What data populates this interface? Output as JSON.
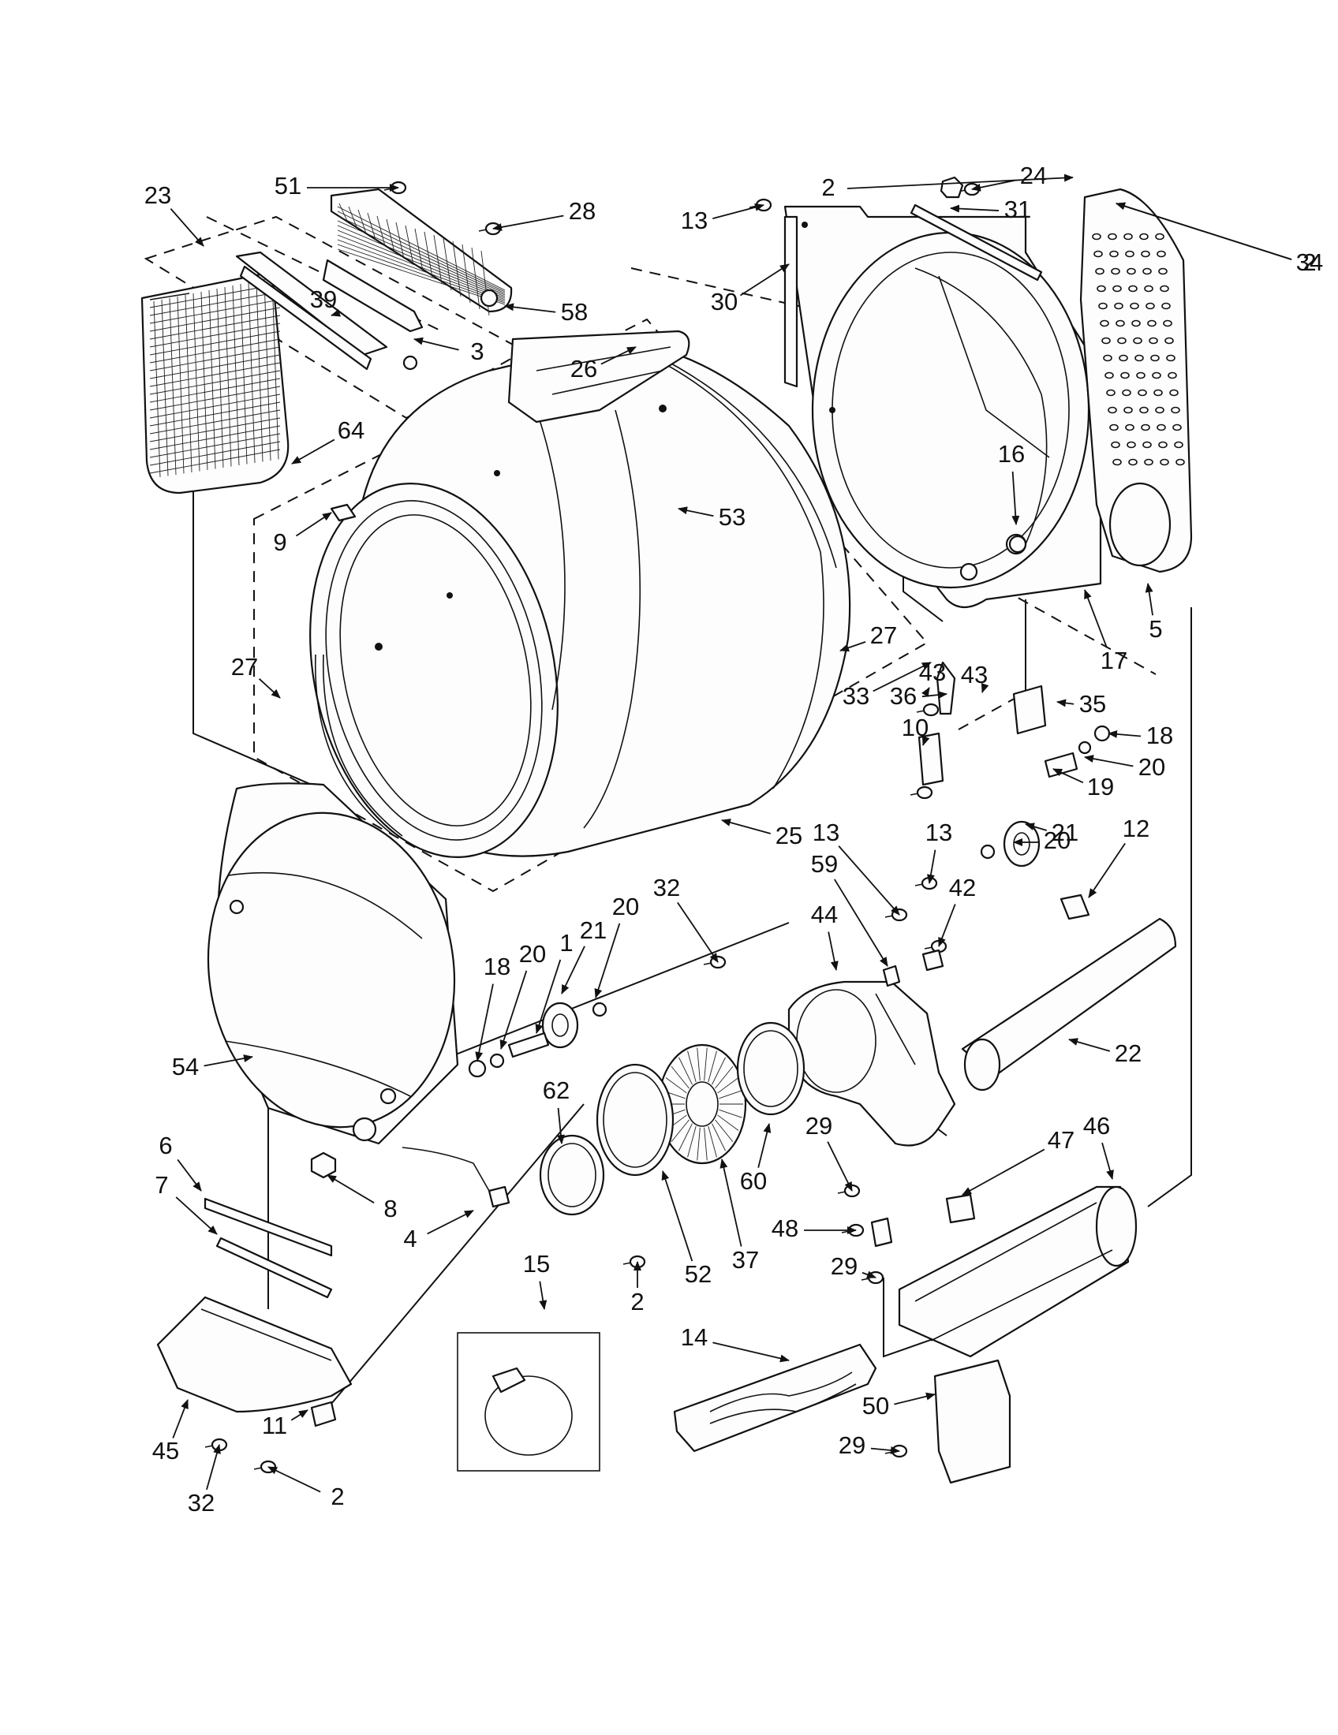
{
  "callouts": [
    "51",
    "23",
    "28",
    "13",
    "24",
    "31",
    "2",
    "34",
    "30",
    "39",
    "58",
    "3",
    "26",
    "64",
    "53",
    "9",
    "16",
    "27",
    "5",
    "17",
    "33",
    "43",
    "36",
    "35",
    "10",
    "18",
    "20",
    "19",
    "21",
    "25",
    "13",
    "13",
    "12",
    "59",
    "32",
    "42",
    "44",
    "20",
    "21",
    "1",
    "20",
    "18",
    "22",
    "54",
    "62",
    "29",
    "46",
    "47",
    "6",
    "7",
    "8",
    "4",
    "60",
    "37",
    "48",
    "52",
    "15",
    "2",
    "14",
    "29",
    "50",
    "45",
    "11",
    "32",
    "2",
    "29",
    "27",
    "2",
    "43",
    "20"
  ]
}
